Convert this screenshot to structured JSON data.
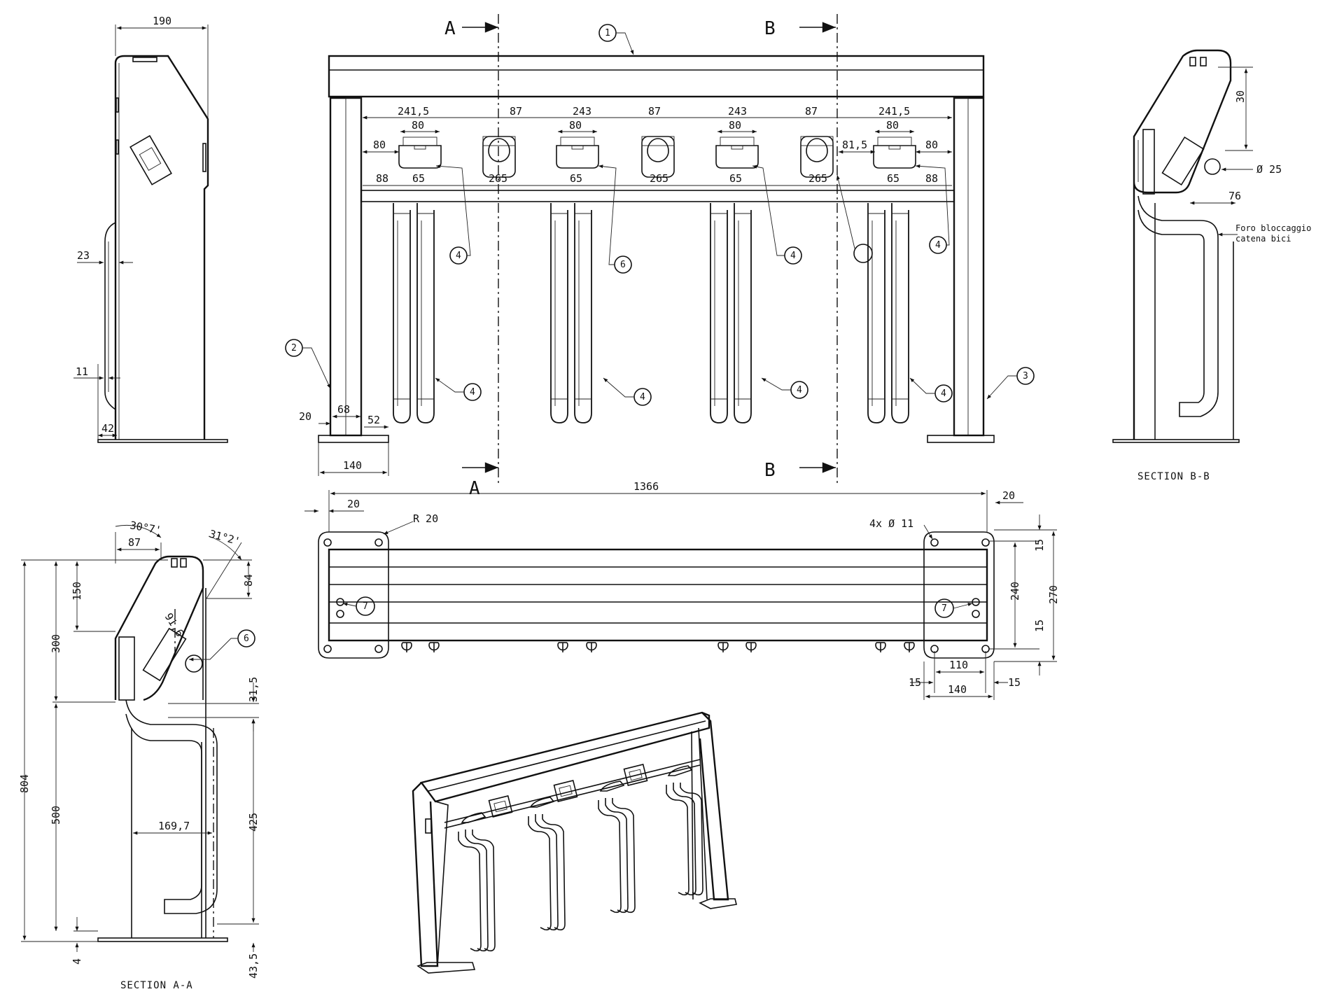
{
  "colors": {
    "line": "#111111",
    "paper": "#ffffff"
  },
  "section_labels": {
    "a": "A",
    "b": "B",
    "section_aa": "SECTION A-A",
    "section_bb": "SECTION B-B"
  },
  "balloons": [
    "1",
    "2",
    "3",
    "4",
    "6",
    "7"
  ],
  "note": {
    "line1": "Foro bloccaggio",
    "line2": "catena bici"
  },
  "front_view": {
    "d_241_5": "241,5",
    "d_87": "87",
    "d_243": "243",
    "d_80": "80",
    "d_81_5": "81,5",
    "d_88": "88",
    "d_65": "65",
    "d_265": "265",
    "d_20": "20",
    "d_68": "68",
    "d_52": "52",
    "d_140": "140"
  },
  "side_view": {
    "d_190": "190",
    "d_23": "23",
    "d_11": "11",
    "d_42": "42"
  },
  "section_bb": {
    "d_30": "30",
    "d_phi25": "Ø 25",
    "d_76": "76"
  },
  "top_view": {
    "d_1366": "1366",
    "d_20": "20",
    "r_20": "R 20",
    "holes": "4x Ø 11",
    "d_15": "15",
    "d_240": "240",
    "d_270": "270",
    "d_110": "110",
    "d_140": "140"
  },
  "section_aa": {
    "ang_30": "30°7'",
    "ang_31": "31°2'",
    "d_87": "87",
    "d_150": "150",
    "d_84": "84",
    "d_300": "300",
    "d_804": "804",
    "d_500": "500",
    "d_31_5": "31,5",
    "d_425": "425",
    "d_169_7": "169,7",
    "d_4": "4",
    "d_43_5": "43,5",
    "d_91_6": "91,6"
  }
}
